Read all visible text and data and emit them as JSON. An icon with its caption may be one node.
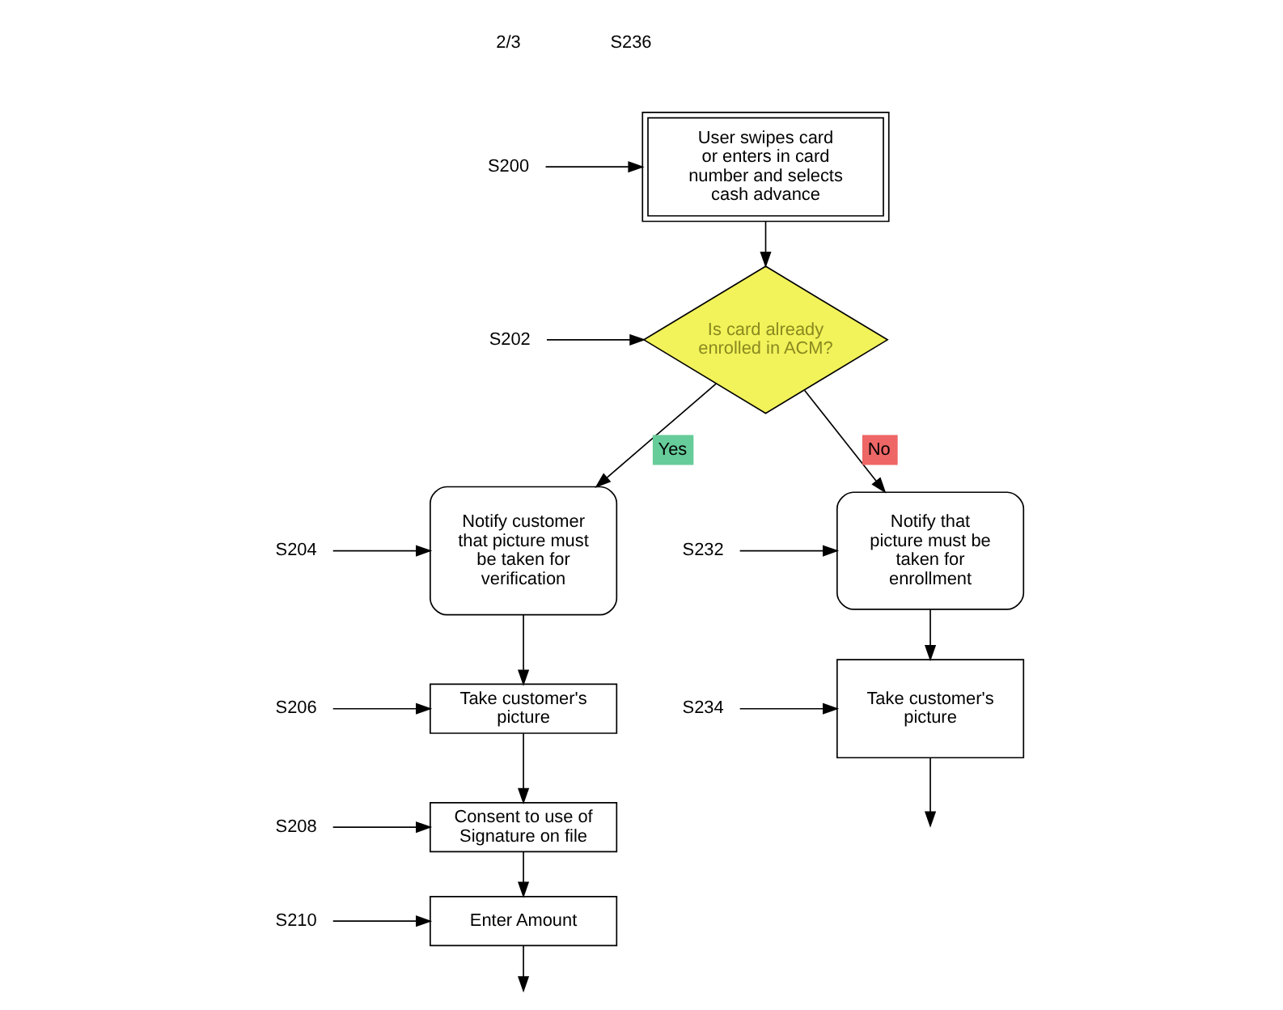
{
  "diagram": {
    "nodes": [
      {
        "text": [
          "S204"
        ]
      },
      {
        "text": [
          "Notify customer that picture must be taken for verification"
        ]
      },
      {
        "text": [
          "S206"
        ]
      },
      {
        "text": [
          "Take customer's picture"
        ]
      },
      {
        "text": [
          "S208"
        ]
      },
      {
        "text": [
          "Consent to use of Signature on file"
        ]
      },
      {
        "text": [
          "S210"
        ]
      },
      {
        "text": [
          "Enter Amount"
        ]
      },
      {
        "text": [
          "S200"
        ]
      },
      {
        "text": [
          "User swipes card or enters in card number and selects cash advance"
        ]
      },
      {
        "text": [
          "S202"
        ]
      },
      {
        "text": [
          "Is card already enrolled in ACM?"
        ]
      },
      {
        "text": [
          "S232"
        ]
      },
      {
        "text": [
          "Notify that picture must be taken for enrollment"
        ]
      },
      {
        "text": [
          "S234"
        ]
      },
      {
        "text": [
          "Take customer's picture"
        ]
      }
    ],
    "edges": [
      {
        "from": 8,
        "to": 9,
        "arrow": "to"
      },
      {
        "from": 9,
        "to": 11,
        "arrow": "to"
      },
      {
        "from": 11,
        "to": 1,
        "arrow": "to",
        "label": "Yes"
      },
      {
        "from": 11,
        "to": 13,
        "arrow": "to",
        "label": "No"
      },
      {
        "from": 1,
        "to": 3,
        "arrow": "to"
      },
      {
        "from": 3,
        "to": 5,
        "arrow": "to"
      },
      {
        "from": 5,
        "to": 7,
        "arrow": "to"
      },
      {
        "from": 7,
        "to": null,
        "arrow": "to"
      },
      {
        "from": 13,
        "to": 15,
        "arrow": "to"
      },
      {
        "from": 15,
        "to": null,
        "arrow": "to"
      },
      {
        "from": 0,
        "to": 1,
        "arrow": "to"
      },
      {
        "from": 2,
        "to": 3,
        "arrow": "to"
      },
      {
        "from": 4,
        "to": 5,
        "arrow": "to"
      },
      {
        "from": 6,
        "to": 7,
        "arrow": "to"
      },
      {
        "from": 10,
        "to": 11,
        "arrow": "to"
      },
      {
        "from": 12,
        "to": 13,
        "arrow": "to"
      },
      {
        "from": 14,
        "to": 15,
        "arrow": "to"
      }
    ],
    "labels": [
      "2/3",
      "S236"
    ]
  }
}
